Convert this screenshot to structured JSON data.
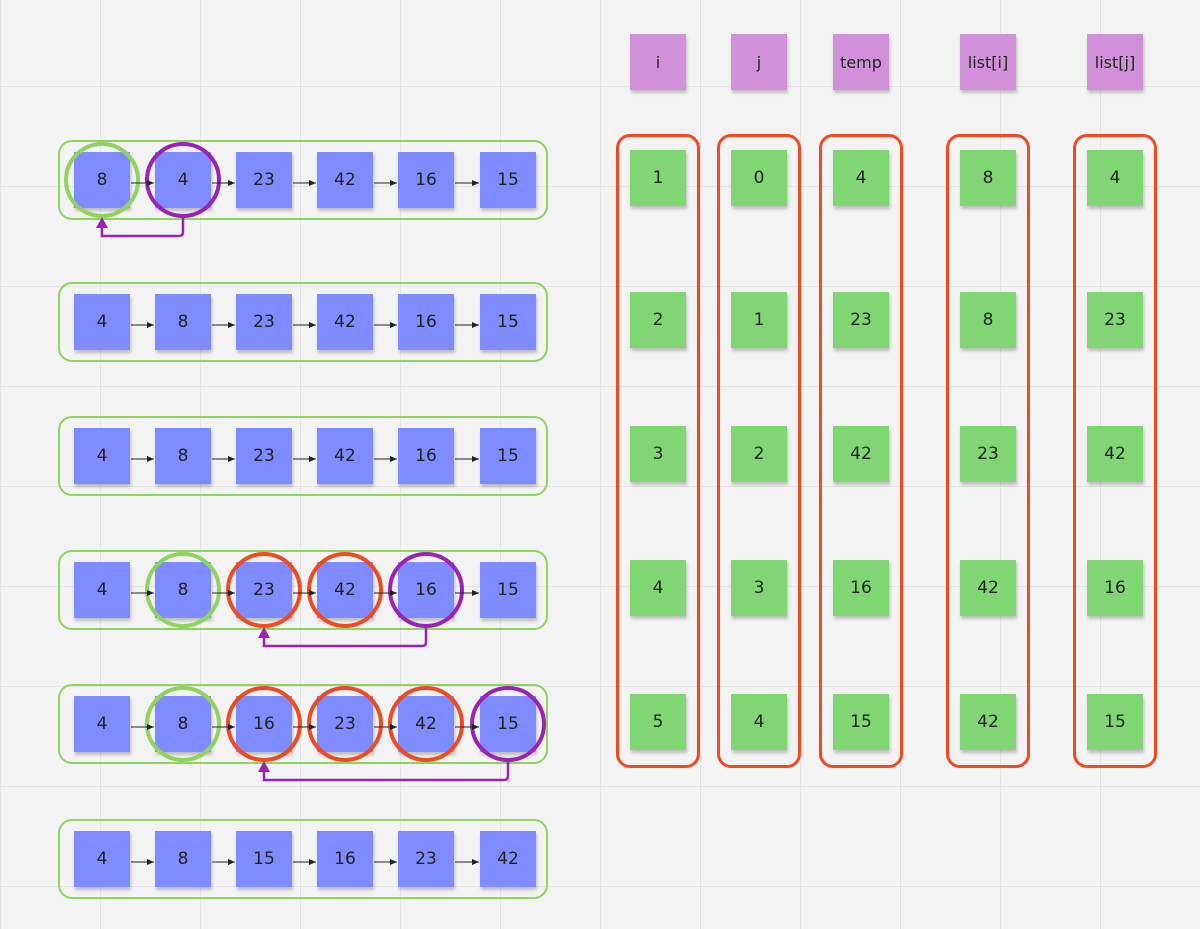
{
  "headers": [
    "i",
    "j",
    "temp",
    "list[i]",
    "list[j]"
  ],
  "rows": [
    [
      "8",
      "4",
      "23",
      "42",
      "16",
      "15"
    ],
    [
      "4",
      "8",
      "23",
      "42",
      "16",
      "15"
    ],
    [
      "4",
      "8",
      "23",
      "42",
      "16",
      "15"
    ],
    [
      "4",
      "8",
      "23",
      "42",
      "16",
      "15"
    ],
    [
      "4",
      "8",
      "16",
      "23",
      "42",
      "15"
    ],
    [
      "4",
      "8",
      "15",
      "16",
      "23",
      "42"
    ]
  ],
  "columns": [
    [
      "1",
      "2",
      "3",
      "4",
      "5"
    ],
    [
      "0",
      "1",
      "2",
      "3",
      "4"
    ],
    [
      "4",
      "23",
      "42",
      "16",
      "15"
    ],
    [
      "8",
      "8",
      "23",
      "42",
      "42"
    ],
    [
      "4",
      "23",
      "42",
      "16",
      "15"
    ]
  ],
  "highlights": [
    {
      "row": 0,
      "green": [
        0
      ],
      "red": [],
      "purple": [
        1
      ],
      "arrow": [
        1,
        0
      ]
    },
    {
      "row": 3,
      "green": [
        1
      ],
      "red": [
        2,
        3
      ],
      "purple": [
        4
      ],
      "arrow": [
        4,
        2
      ]
    },
    {
      "row": 4,
      "green": [
        1
      ],
      "red": [
        2,
        3,
        4
      ],
      "purple": [
        5
      ],
      "arrow": [
        5,
        2
      ]
    }
  ],
  "colors": {
    "blue_note": "#7f8cff",
    "green_note": "#80d672",
    "purple_note": "#d191d8",
    "row_frame": "#8fd45e",
    "column_frame": "#f04a23",
    "ring_green": "#8fd45e",
    "ring_red": "#f04a23",
    "ring_purple": "#9a23b5",
    "link_arrow": "#9a23b5"
  }
}
